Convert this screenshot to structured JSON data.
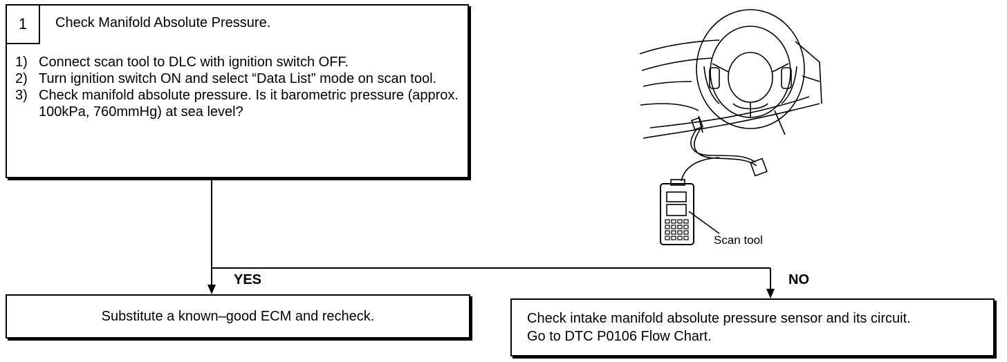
{
  "step": {
    "number": "1",
    "title": "Check Manifold Absolute Pressure.",
    "items": [
      {
        "num": "1)",
        "text": "Connect scan tool to DLC with ignition switch OFF."
      },
      {
        "num": "2)",
        "text": "Turn ignition switch ON and select “Data List” mode on scan tool."
      },
      {
        "num": "3)",
        "text": "Check manifold absolute pressure. Is it barometric pressure (approx. 100kPa, 760mmHg) at sea level?"
      }
    ]
  },
  "branches": {
    "yes_label": "YES",
    "no_label": "NO",
    "yes_result": "Substitute a known–good ECM and recheck.",
    "no_result_line1": "Check intake manifold absolute pressure sensor and its circuit.",
    "no_result_line2": "Go to DTC P0106 Flow Chart."
  },
  "illustration": {
    "caption": "Scan tool"
  }
}
